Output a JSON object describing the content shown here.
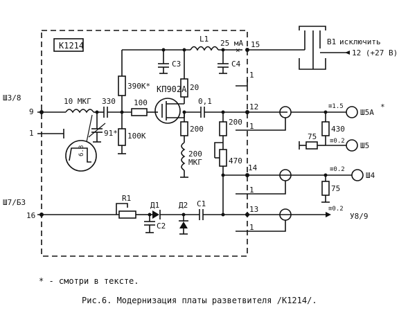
{
  "board": {
    "label": "К1214"
  },
  "connectors": {
    "left_top_ref": "Ш3/8",
    "pin_9": "9",
    "pin_1": "1",
    "left_bottom_ref": "Ш7/Б3",
    "pin_16": "16",
    "right_15": "15",
    "right_1a": "1",
    "right_12": "12",
    "right_1b": "1",
    "right_14": "14",
    "right_1c": "1",
    "right_13": "13",
    "right_1d": "1"
  },
  "components": {
    "inductor_in": "10 МКГ",
    "cap_330": "330",
    "cap_91": "91*",
    "res_390k": "390К*",
    "res_100k": "100К",
    "res_100": "100",
    "transistor": "КП902А",
    "l1": "L1",
    "current": "25 мА",
    "c3": "С3",
    "c4": "С4",
    "res_20": "20",
    "cap_01": "0,1",
    "res_200a": "200",
    "ind_200": "200",
    "ind_200_unit": "МКГ",
    "res_200b": "200",
    "res_470": "470",
    "r1": "R1",
    "d1": "Д1",
    "d2": "Д2",
    "c1": "С1",
    "c2": "С2",
    "res_430": "430",
    "res_75a": "75",
    "res_75b": "75",
    "scope_label": "6.8"
  },
  "switch": {
    "b1": "В1",
    "off_label": "исключить",
    "supply": "12 (+27 В)"
  },
  "outputs": {
    "sh5a": "Ш5А",
    "sh5a_star": "*",
    "sh5a_level": "≅1.5",
    "sh5": "Ш5",
    "sh5_level": "≅0.2",
    "sh4": "Ш4",
    "sh4_level": "≅0.2",
    "y89": "У8/9",
    "y89_level": "≅0.2"
  },
  "footnote": "* - смотри в тексте.",
  "caption": "Рис.6. Модернизация платы разветвителя /К1214/."
}
